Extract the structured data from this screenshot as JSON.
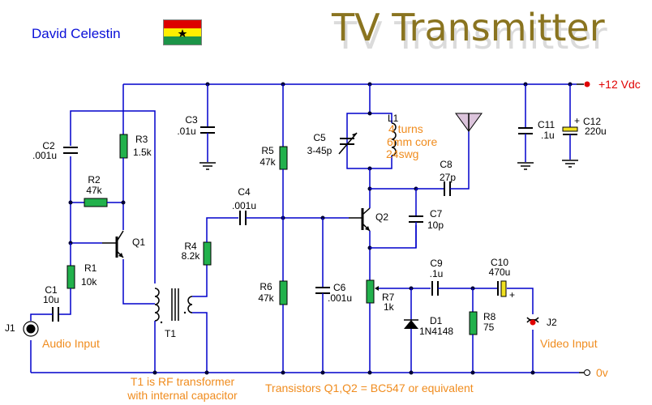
{
  "header": {
    "author": "David Celestin",
    "flag": "ghana-flag",
    "title": "TV Transmitter"
  },
  "power": {
    "positive_label": "+12 Vdc",
    "ground_label": "0v"
  },
  "components": {
    "C1": {
      "ref": "C1",
      "value": "10u"
    },
    "C2": {
      "ref": "C2",
      "value": ".001u"
    },
    "C3": {
      "ref": "C3",
      "value": ".01u"
    },
    "C4": {
      "ref": "C4",
      "value": ".001u"
    },
    "C5": {
      "ref": "C5",
      "value": "3-45p"
    },
    "C6": {
      "ref": "C6",
      "value": ".001u"
    },
    "C7": {
      "ref": "C7",
      "value": "10p"
    },
    "C8": {
      "ref": "C8",
      "value": "27p"
    },
    "C9": {
      "ref": "C9",
      "value": ".1u"
    },
    "C10": {
      "ref": "C10",
      "value": "470u",
      "polarity": "+"
    },
    "C11": {
      "ref": "C11",
      "value": ".1u"
    },
    "C12": {
      "ref": "C12",
      "value": "220u",
      "polarity": "+"
    },
    "R1": {
      "ref": "R1",
      "value": "10k"
    },
    "R2": {
      "ref": "R2",
      "value": "47k"
    },
    "R3": {
      "ref": "R3",
      "value": "1.5k"
    },
    "R4": {
      "ref": "R4",
      "value": "8.2k"
    },
    "R5": {
      "ref": "R5",
      "value": "47k"
    },
    "R6": {
      "ref": "R6",
      "value": "47k"
    },
    "R7": {
      "ref": "R7",
      "value": "1k"
    },
    "R8": {
      "ref": "R8",
      "value": "75"
    },
    "Q1": {
      "ref": "Q1"
    },
    "Q2": {
      "ref": "Q2"
    },
    "D1": {
      "ref": "D1",
      "value": "1N4148"
    },
    "T1": {
      "ref": "T1"
    },
    "J1": {
      "ref": "J1"
    },
    "J2": {
      "ref": "J2"
    },
    "L1": {
      "ref": "L1",
      "notes": [
        "4 turns",
        "6mm core",
        "24swg"
      ]
    }
  },
  "notes": {
    "audio_input": "Audio Input",
    "video_input": "Video Input",
    "t1_note_1": "T1 is RF transformer",
    "t1_note_2": "with internal capacitor",
    "transistor_note": "Transistors Q1,Q2 = BC547 or equivalent"
  },
  "colors": {
    "wire": "#0000cc",
    "resistor": "#22b14c",
    "note": "#f08c1e",
    "supply": "#e00000",
    "author": "#0a10d8",
    "title": "#8a7420",
    "antenna": "#dcc4dc",
    "electrolytic": "#f0e020"
  }
}
